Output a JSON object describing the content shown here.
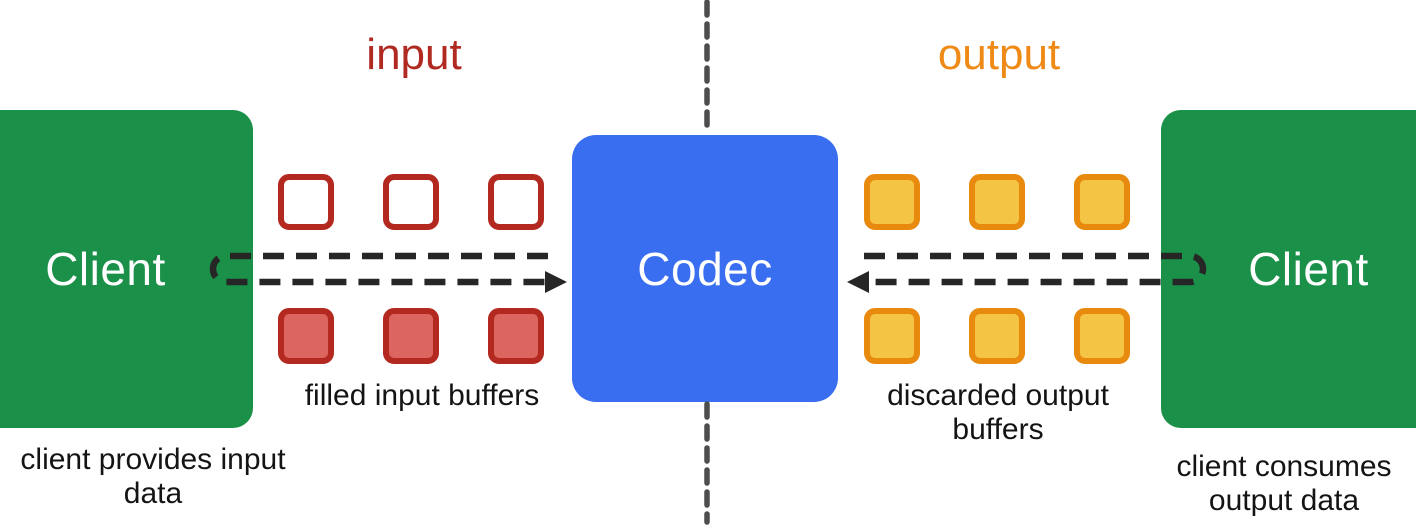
{
  "flow_titles": {
    "input": "input",
    "output": "output"
  },
  "codec": {
    "label": "Codec"
  },
  "clients": {
    "left": {
      "label": "Client",
      "caption_line1": "client provides input",
      "caption_line2": "data"
    },
    "right": {
      "label": "Client",
      "caption_line1": "client consumes",
      "caption_line2": "output data"
    }
  },
  "buffer_labels": {
    "filled_input": "filled input buffers",
    "discarded_line1": "discarded output",
    "discarded_line2": "buffers"
  },
  "buffer_rows": [
    {
      "id": "empty-input-row",
      "kind": "input-empty",
      "count": 3
    },
    {
      "id": "filled-input-row",
      "kind": "input-filled",
      "count": 3
    },
    {
      "id": "output-top-row",
      "kind": "output",
      "count": 3
    },
    {
      "id": "output-bottom-row",
      "kind": "output",
      "count": 3
    }
  ],
  "colors": {
    "green": "#1b9048",
    "blue": "#3a6ef0",
    "red-border": "#b3291f",
    "red-fill": "#dd655f",
    "orange-border": "#e88a0d",
    "orange-fill": "#f4c445",
    "input-text": "#b02a22",
    "output-text": "#ef8a16",
    "arrow": "#262626",
    "divider": "#4d4d4d",
    "caption-text": "#141414"
  }
}
